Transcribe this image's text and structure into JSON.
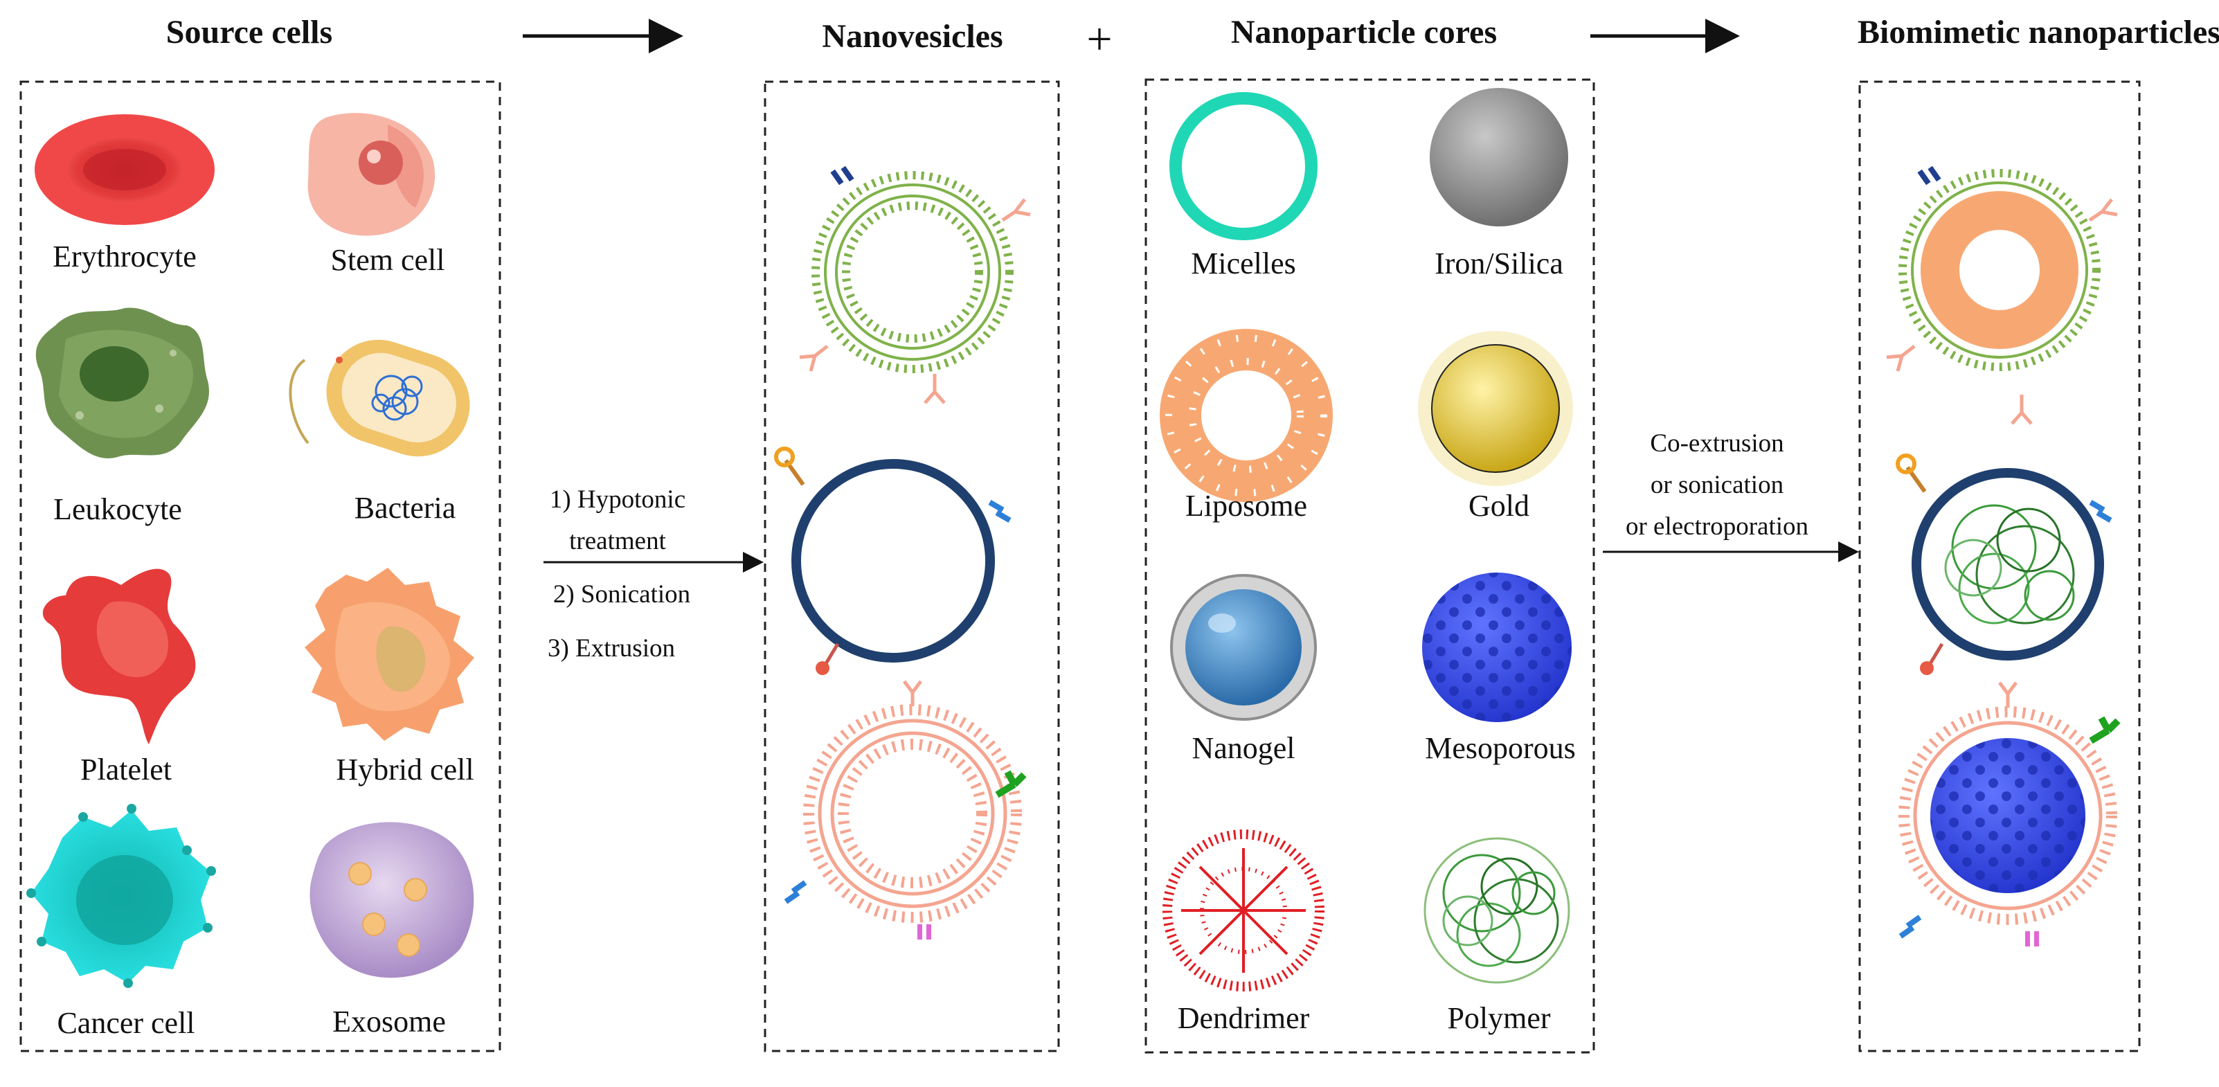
{
  "headers": {
    "source_cells": "Source cells",
    "nanovesicles": "Nanovesicles",
    "plus": "+",
    "nanoparticle_cores": "Nanoparticle cores",
    "biomimetic": "Biomimetic nanoparticles"
  },
  "source_cells": [
    "Erythrocyte",
    "Stem cell",
    "Leukocyte",
    "Bacteria",
    "Platelet",
    "Hybrid cell",
    "Cancer cell",
    "Exosome"
  ],
  "process_steps": [
    "1) Hypotonic",
    "treatment",
    "2) Sonication",
    "3) Extrusion"
  ],
  "cores": [
    "Micelles",
    "Iron/Silica",
    "Liposome",
    "Gold",
    "Nanogel",
    "Mesoporous",
    "Dendrimer",
    "Polymer"
  ],
  "assembly_methods": [
    "Co-extrusion",
    "or sonication",
    "or electroporation"
  ],
  "icons": {
    "erythrocyte": "red-blood-cell-icon",
    "stem_cell": "stem-cell-icon",
    "leukocyte": "leukocyte-icon",
    "bacteria": "bacteria-icon",
    "platelet": "platelet-icon",
    "hybrid_cell": "hybrid-cell-icon",
    "cancer_cell": "cancer-cell-icon",
    "exosome": "exosome-icon"
  },
  "colors": {
    "membrane_green": "#7fb24a",
    "membrane_navy": "#1f3f6e",
    "membrane_pink": "#f4a590",
    "micelle_teal": "#1fd7b5",
    "liposome_orange": "#f7a872",
    "iron_grey": "#8d8d8d",
    "gold": "#e2c443",
    "mesoporous_blue": "#3347e6",
    "dendrimer_red": "#e01e24",
    "polymer_green": "#3a9a3a"
  }
}
